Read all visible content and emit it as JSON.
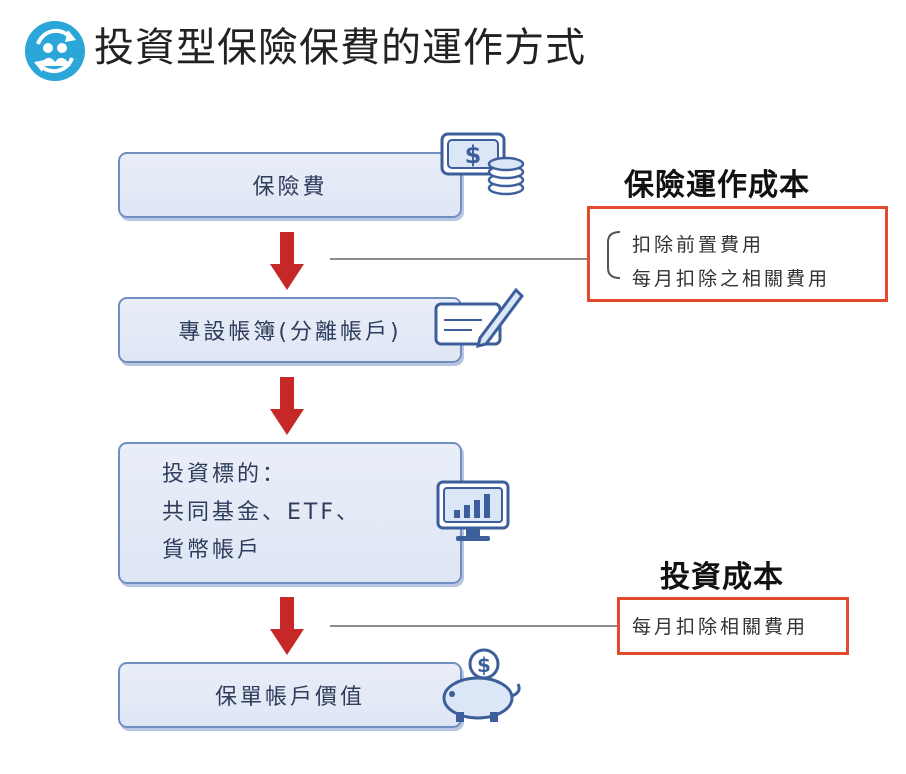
{
  "header": {
    "title": "投資型保險保費的運作方式",
    "logo_icon": "people-cycle-icon"
  },
  "flow": {
    "step1": {
      "label": "保險費",
      "icon": "money-coins-icon"
    },
    "step2": {
      "label": "專設帳簿(分離帳戶)",
      "icon": "check-pen-icon"
    },
    "step3": {
      "lines": [
        "投資標的：",
        "共同基金、ETF、",
        "貨幣帳戶"
      ],
      "icon": "monitor-chart-icon"
    },
    "step4": {
      "label": "保單帳戶價值",
      "icon": "piggy-bank-icon"
    },
    "arrow_icon": "down-arrow-icon"
  },
  "callouts": {
    "insurance_cost": {
      "title": "保險運作成本",
      "items": [
        "扣除前置費用",
        "每月扣除之相關費用"
      ]
    },
    "investment_cost": {
      "title": "投資成本",
      "items": [
        "每月扣除相關費用"
      ]
    }
  },
  "colors": {
    "box_border": "#6f8fc2",
    "box_fill": "#e4eaf6",
    "arrow": "#c62828",
    "callout_border": "#e34b2e",
    "logo": "#2aa7d8"
  }
}
